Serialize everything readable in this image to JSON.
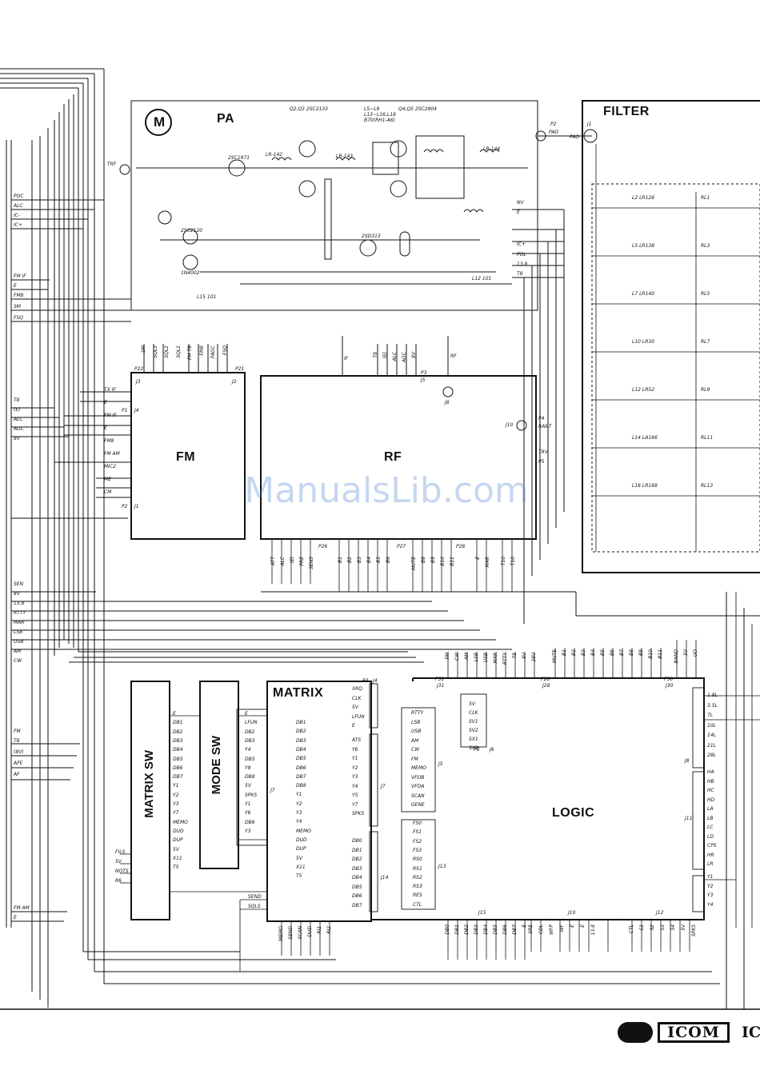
{
  "blocks": {
    "pa": "PA",
    "filter": "FILTER",
    "fm": "FM",
    "rf": "RF",
    "matrix": "MATRIX",
    "matrix_sw": "MATRIX SW",
    "mode_sw": "MODE SW",
    "logic": "LOGIC",
    "motor": "M"
  },
  "pa_labels": {
    "trf": "TRF",
    "pao": "PAO",
    "q2q3": "Q2,Q3 2SC2133",
    "q4q5": "Q4,Q5 2SC2904",
    "l5l9": "L5~L9",
    "l13l16": "L13~L16,L18",
    "bead": "B70(RH1-A6)",
    "q1": "2SC1971",
    "q6": "2SD313",
    "q7": "2SC2120",
    "d1": "1N4002",
    "lr142": "LR-142",
    "lr143": "LR-143",
    "lr144": "LR-144",
    "l12": "L12 101",
    "l15": "L15 101",
    "nv": "NV",
    "ic_plus": "IC+",
    "pol": "POL",
    "v138": "13.8",
    "t8": "T8",
    "e": "E",
    "p1": "P1",
    "p2": "P2",
    "j1": "J1"
  },
  "left_edge": [
    "POC",
    "ALC",
    "IC-",
    "IC+",
    "FM IF",
    "E",
    "FM8",
    "SM",
    "FSQ",
    "T8",
    "(E)",
    "ALC",
    "AGC",
    "8V",
    "SEN",
    "8V",
    "13.8",
    "RTTY",
    "MAR",
    "LSB",
    "USB",
    "AM",
    "CW",
    "FM",
    "T8",
    "(8V)",
    "AFE",
    "AF",
    "FM AM",
    "E"
  ],
  "fm": {
    "top_pins": [
      "SM",
      "SQL3",
      "SQL2",
      "SQL1",
      "FM T8",
      "FM8",
      "FAGC",
      "FSQ"
    ],
    "left_pins": [
      "TX IF",
      "E",
      "FM IF",
      "E",
      "FM8",
      "FM AM",
      "MIC2",
      "ME",
      "CM"
    ],
    "j3": "J3",
    "j2": "J2",
    "j1": "J1",
    "j4": "J4",
    "p22": "P22",
    "p21": "P21",
    "p1": "P1",
    "p2": "P2"
  },
  "rf": {
    "top_pins": [
      "T8",
      "(E)",
      "ALC",
      "AGC",
      "8V"
    ],
    "bottom_pins_j1": [
      "ATT",
      "ALC",
      "(E)",
      "PRE",
      "SENS"
    ],
    "bottom_pins_j3": [
      "B1",
      "B2",
      "B3",
      "B4",
      "B5",
      "B6"
    ],
    "bottom_pins_j2": [
      "MUTE",
      "B8",
      "B9",
      "B10",
      "B11"
    ],
    "bottom_pins_j6": [
      "E",
      "MAR"
    ],
    "bottom_pins_j9": [
      "T10",
      "T10"
    ],
    "if_label": "IF",
    "rf_label": "RF",
    "rant": "RANT",
    "trv": "TRV",
    "j8": "J8",
    "j10": "J10",
    "j5": "J5",
    "p3": "P3",
    "p4": "P4",
    "p5": "P5",
    "p26": "P26",
    "p27": "P27",
    "p28": "P28"
  },
  "matrix_sw": {
    "pins": [
      "E",
      "DB1",
      "DB2",
      "DB3",
      "DB4",
      "DB5",
      "DB6",
      "DB7",
      "Y1",
      "Y2",
      "Y3",
      "Y7",
      "MEMO",
      "DUD",
      "DUP",
      "5V",
      "X11",
      "T5"
    ],
    "left": [
      "FILS",
      "5V",
      "NOTS",
      "R6"
    ]
  },
  "mode_sw": {
    "pins": [
      "E",
      "LFUN",
      "DB2",
      "DB3",
      "Y4",
      "DB5",
      "Y9",
      "DB8",
      "5V",
      "SPKS",
      "Y1",
      "Y6",
      "DB6",
      "Y3"
    ],
    "j7": "J7"
  },
  "matrix": {
    "pins": [
      "DB1",
      "DB2",
      "DB3",
      "DB4",
      "DB5",
      "DB6",
      "DB7",
      "DB8",
      "Y1",
      "Y2",
      "Y3",
      "Y4",
      "MEMO",
      "DUD",
      "DUP",
      "5V",
      "X11",
      "T5"
    ],
    "left": [
      "SEND",
      "SQLS"
    ],
    "bottom": [
      "MEMO",
      "SEND",
      "SCAN",
      "DUD",
      "RI1",
      "RI2"
    ],
    "right_top": [
      "XRQ",
      "CLK",
      "5V",
      "LFUN",
      "E"
    ],
    "right_mid": [
      "ATS",
      "Y6",
      "Y1",
      "Y2",
      "Y3",
      "Y4",
      "Y5",
      "Y7",
      "SPKS"
    ],
    "right_bot": [
      "DB0",
      "DB1",
      "DB2",
      "DB3",
      "DB4",
      "DB5",
      "DB6",
      "DB7"
    ],
    "j4": "J4",
    "j7": "J7",
    "j14": "J14",
    "p3": "P3"
  },
  "logic": {
    "j5_pins": [
      "RTTY",
      "LSB",
      "USB",
      "AM",
      "CW",
      "FM",
      "MEMO",
      "VFOB",
      "VFOA",
      "SCAN",
      "GENE"
    ],
    "j13_pins": [
      "FS0",
      "FS1",
      "FS2",
      "FS3",
      "RS0",
      "RS1",
      "RS2",
      "RS3",
      "RES",
      "CTL"
    ],
    "j6_pins": [
      "5V",
      "CLK",
      "SV1",
      "SV2",
      "SX1",
      "SX2"
    ],
    "top_j31": [
      "FM",
      "CW",
      "AM",
      "LSB",
      "USB",
      "MAR",
      "RTTY",
      "T8",
      "8V",
      "28V"
    ],
    "top_j28": [
      "MUTE",
      "B1",
      "B2",
      "B3",
      "B4",
      "B5",
      "B6",
      "B7",
      "B8",
      "B9",
      "B10",
      "B11"
    ],
    "top_j30": [
      "BAND",
      "5V",
      "UO"
    ],
    "right_j8": [
      "1.8L",
      "3.5L",
      "7L",
      "10L",
      "14L",
      "21L",
      "28L"
    ],
    "right_j11": [
      "HA",
      "HB",
      "HC",
      "HD",
      "LA",
      "LB",
      "LC",
      "LD",
      "CPS",
      "HR",
      "LR"
    ],
    "right_j12": [
      "Y1",
      "Y2",
      "Y3",
      "Y4"
    ],
    "bottom_j15": [
      "DB0",
      "DB1",
      "DB2",
      "DB3",
      "DB4",
      "DB5",
      "DB6",
      "DB7",
      "E"
    ],
    "bottom_j10": [
      "SRE",
      "CDL",
      "WFP",
      "WF",
      "E",
      "E",
      "13.8"
    ],
    "bottom_j12": [
      "CTL",
      "S1",
      "S2",
      "S3",
      "S4",
      "5V",
      "SPKS"
    ],
    "j5": "J5",
    "j13": "J13",
    "j6": "J6",
    "p8": "P8",
    "j15": "J15",
    "j10": "J10",
    "j12": "J12",
    "j8": "J8",
    "j11": "J11",
    "p31": "P31",
    "p28": "P28",
    "p30": "P30",
    "j31": "J31",
    "j28": "J28",
    "j30": "J30",
    "j3": "J3"
  },
  "filter": {
    "bands": [
      "RL1",
      "RL3",
      "RL5",
      "RL7",
      "RL9",
      "RL11",
      "RL13"
    ],
    "coils": [
      "L2 LR126",
      "L5 LR138",
      "L7 LR140",
      "L10 LR30",
      "L12 LR52",
      "L14 LA166",
      "L16 LR168"
    ]
  },
  "watermark": "ManualsLib.com",
  "footer": {
    "brand": "ICOM",
    "model_prefix": "IC"
  },
  "colors": {
    "ink": "#111111",
    "paper": "#ffffff",
    "watermark": "#5a8cd2"
  }
}
